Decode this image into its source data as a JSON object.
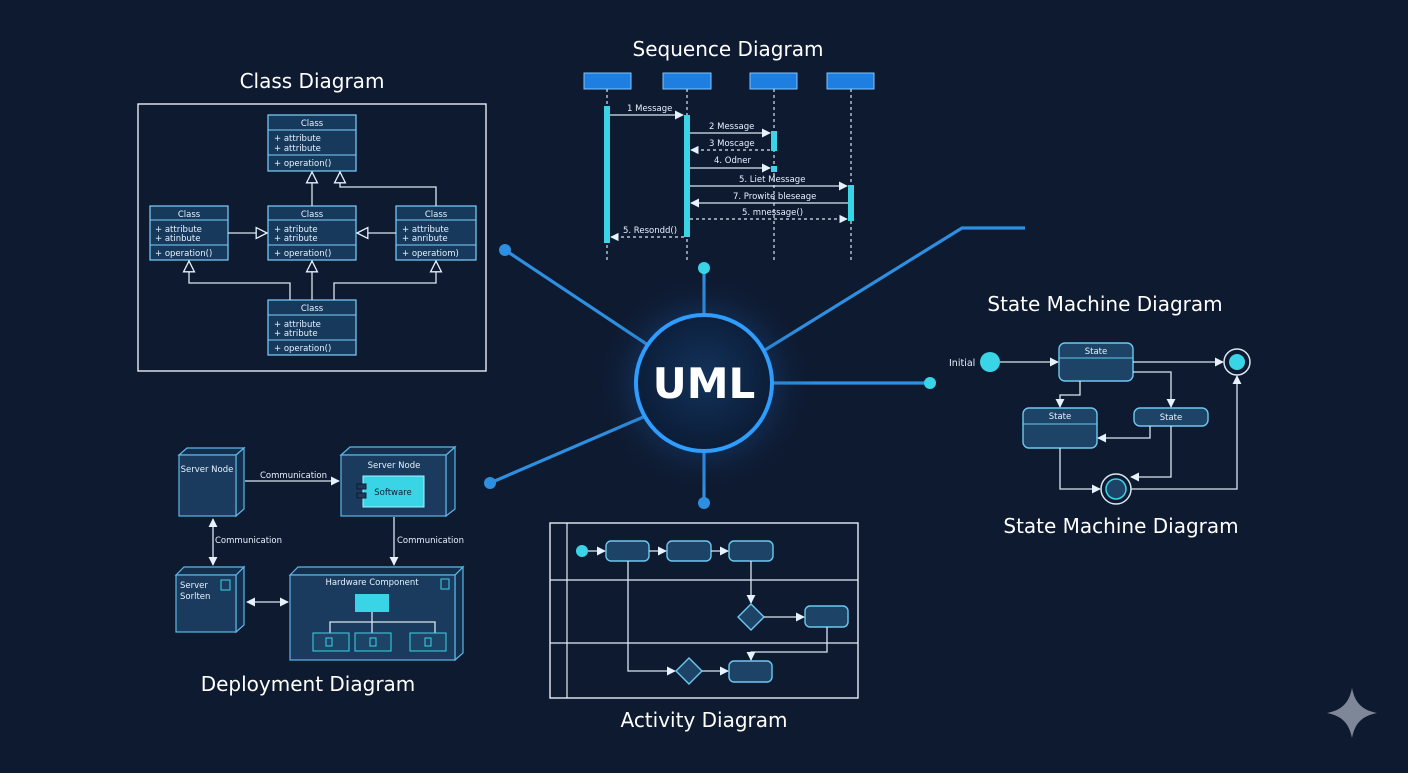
{
  "hub": {
    "label": "UML"
  },
  "class_diagram": {
    "title": "Class Diagram",
    "classes": [
      {
        "name": "Class",
        "attrs": [
          "+ attribute",
          "+ attribute"
        ],
        "op": "+ operation()"
      },
      {
        "name": "Class",
        "attrs": [
          "+ atribute",
          "+ atribute"
        ],
        "op": "+ operation()"
      },
      {
        "name": "Class",
        "attrs": [
          "+ attribute",
          "+ atinbute"
        ],
        "op": "+ operation()"
      },
      {
        "name": "Class",
        "attrs": [
          "+ attribute",
          "+ anribute"
        ],
        "op": "+ operatiom)"
      },
      {
        "name": "Class",
        "attrs": [
          "+ attribute",
          "+ atribute"
        ],
        "op": "+ operation()"
      }
    ]
  },
  "sequence_diagram": {
    "title": "Sequence Diagram",
    "messages": [
      "1 Message",
      "2 Message",
      "3 Moscage",
      "4. Odner",
      "5. Liet Message",
      "7. Prowite bleseage",
      "5. mnessage()",
      "5. Resondd()"
    ]
  },
  "state_machine": {
    "title_top": "State Machine Diagram",
    "title_bottom": "State Machine Diagram",
    "initial_label": "Initial",
    "states": [
      "State",
      "State",
      "State"
    ]
  },
  "deployment_diagram": {
    "title": "Deployment Diagram",
    "server_node_1": "Server Node",
    "server_node_2": "Server Node",
    "software": "Software",
    "server_sorter": [
      "Server",
      "Sorlten"
    ],
    "hardware": "Hardware Component",
    "comm_1": "Communication",
    "comm_2": "Communication",
    "comm_3": "Communication"
  },
  "activity_diagram": {
    "title": "Activity Diagram"
  },
  "colors": {
    "background": "#0e1a30",
    "accent": "#2e8fe0",
    "cyan": "#39d5e6",
    "header_blue": "#1f7fe0"
  }
}
